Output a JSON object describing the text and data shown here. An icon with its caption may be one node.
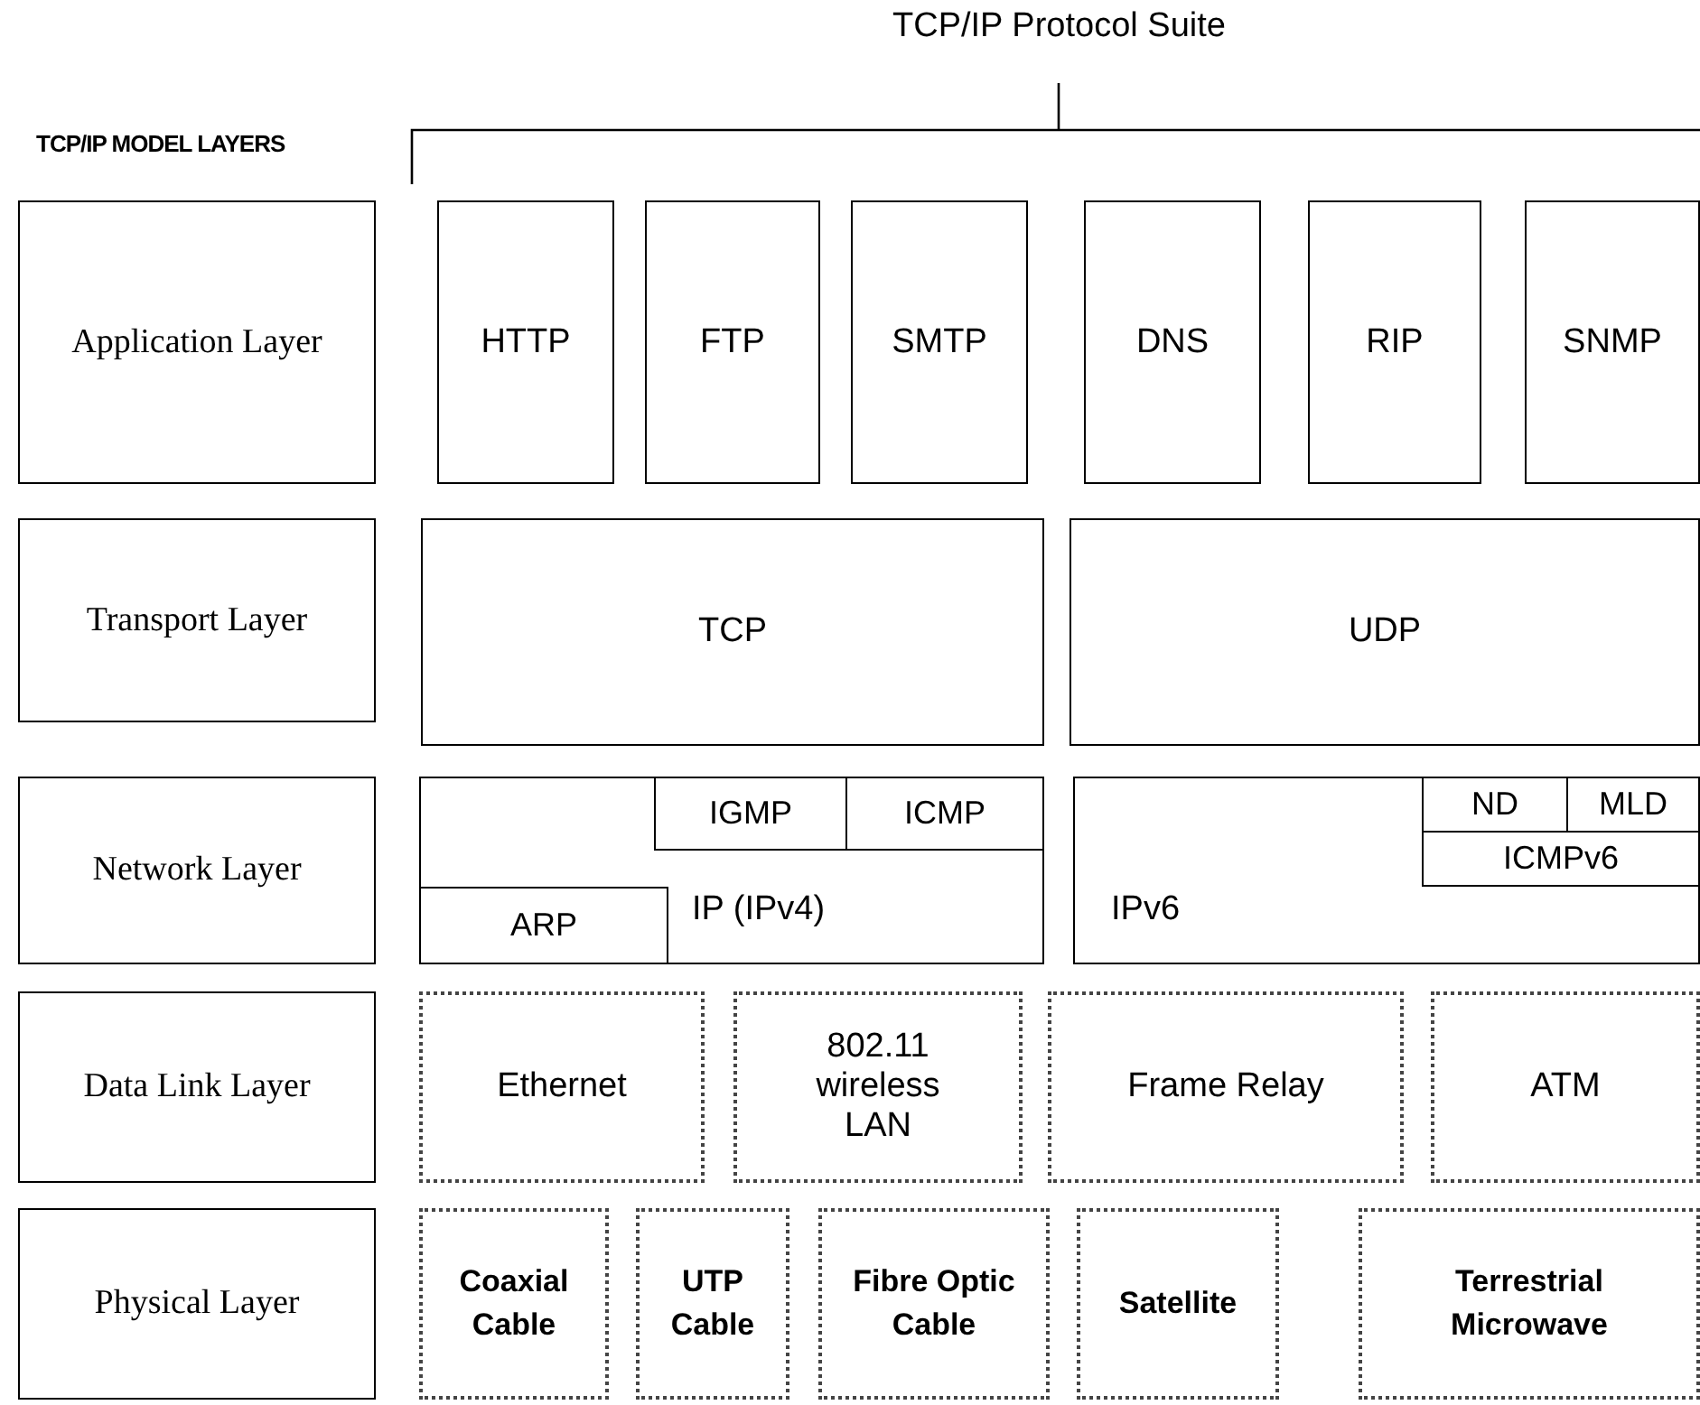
{
  "diagram": {
    "nodes": [
      {
        "text": [
          "Application Layer"
        ]
      },
      {
        "text": [
          "HTTP"
        ]
      },
      {
        "text": [
          "FTP"
        ]
      },
      {
        "text": [
          "SMTP"
        ]
      },
      {
        "text": [
          "DNS"
        ]
      },
      {
        "text": [
          "RIP"
        ]
      },
      {
        "text": [
          "SNMP"
        ]
      },
      {
        "text": [
          "Transport Layer"
        ]
      },
      {
        "text": [
          "TCP"
        ]
      },
      {
        "text": [
          "UDP"
        ]
      },
      {
        "text": [
          "Network Layer"
        ]
      },
      {
        "text": [
          "IP (IPv4)"
        ]
      },
      {
        "text": [
          "IGMP"
        ],
        "in": 11
      },
      {
        "text": [
          "ICMP"
        ],
        "in": 11
      },
      {
        "text": [
          "ARP"
        ],
        "in": 11
      },
      {
        "text": [
          "IPv6"
        ]
      },
      {
        "text": [
          "ND"
        ],
        "in": 15
      },
      {
        "text": [
          "MLD"
        ],
        "in": 15
      },
      {
        "text": [
          "ICMPv6"
        ],
        "in": 15
      },
      {
        "text": [
          "Data Link Layer"
        ]
      },
      {
        "text": [
          "Ethernet"
        ]
      },
      {
        "text": [
          "802.11 wireless LAN"
        ]
      },
      {
        "text": [
          "Frame Relay"
        ]
      },
      {
        "text": [
          "ATM"
        ]
      },
      {
        "text": [
          "Physical Layer"
        ]
      },
      {
        "text": [
          "Coaxial Cable"
        ]
      },
      {
        "text": [
          "UTP Cable"
        ]
      },
      {
        "text": [
          "Fibre Optic Cable"
        ]
      },
      {
        "text": [
          "Satellite"
        ]
      },
      {
        "text": [
          "Terrestrial Microwave"
        ]
      }
    ],
    "labels": [
      "TCP/IP Protocol Suite",
      "TCP/IP MODEL LAYERS"
    ]
  }
}
